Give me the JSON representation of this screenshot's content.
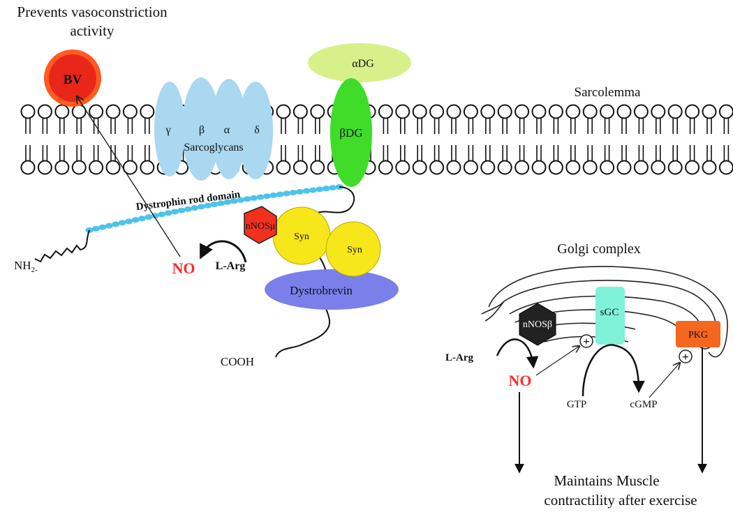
{
  "top_caption": {
    "line1": "Prevents vasoconstriction",
    "line2": "activity"
  },
  "bv": "BV",
  "alpha_dg": "αDG",
  "beta_dg": "βDG",
  "sarcolemma": "Sarcolemma",
  "sarcoglycans": {
    "gamma": "γ",
    "beta": "β",
    "alpha": "α",
    "delta": "δ",
    "label": "Sarcoglycans"
  },
  "dystrophin_rod": "Dystrophin rod domain",
  "nnos_mu": "nNOSμ",
  "syn1": "Syn",
  "syn2": "Syn",
  "dystrobrevin": "Dystrobrevin",
  "nh2": {
    "base": "NH",
    "sub": "2-"
  },
  "no_left": "NO",
  "larg_left": "L-Arg",
  "cooh": "COOH",
  "golgi": "Golgi complex",
  "nnos_beta": "nNOSβ",
  "sgc": "sGC",
  "pkg": "PKG",
  "larg_right": "L-Arg",
  "no_right": "NO",
  "gtp": "GTP",
  "cgmp": "cGMP",
  "plus_sign": "+",
  "bottom_caption": {
    "line1": "Maintains  Muscle",
    "line2": "contractility  after exercise"
  },
  "colors": {
    "bv_outer": "#ff5a1f",
    "bv_inner": "#e8261a",
    "alpha_dg": "#d8f08a",
    "beta_dg": "#3fdc2a",
    "sarcoglycan": "#a9d8f0",
    "rod": "#4cc3ea",
    "nnos_mu": "#f2301e",
    "syn": "#f7e619",
    "dystrobrevin": "#7b7fea",
    "nnos_beta": "#222222",
    "sgc": "#7ff2d8",
    "pkg": "#f5661e",
    "no_text": "#ff2a2a"
  }
}
